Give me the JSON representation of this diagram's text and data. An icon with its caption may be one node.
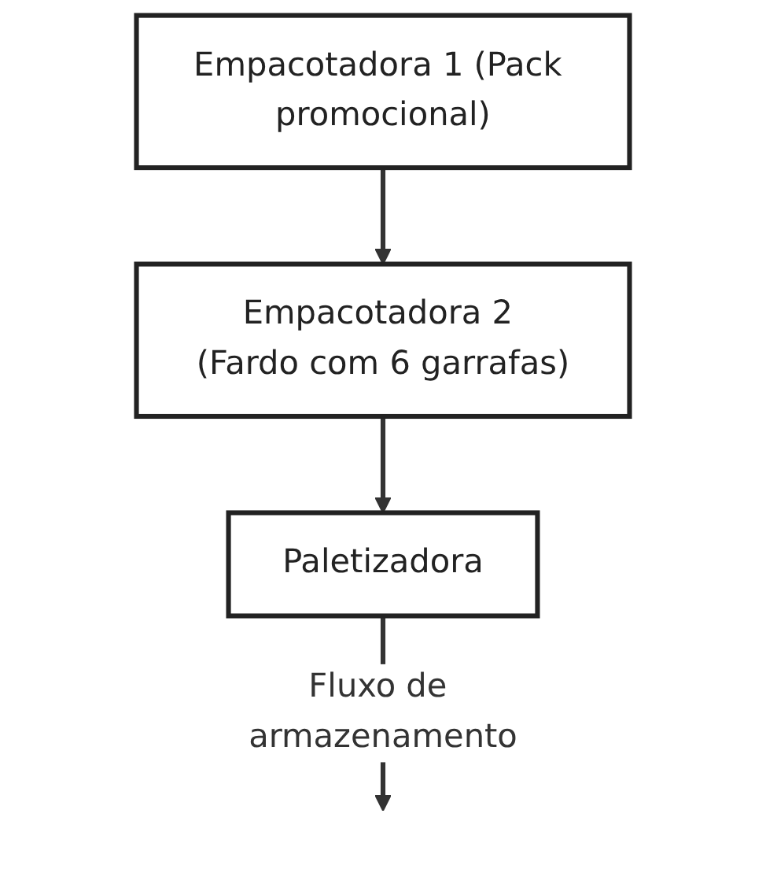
{
  "diagram": {
    "nodes": [
      {
        "text": [
          "Empacotadora 1 (Pack promocional)"
        ]
      },
      {
        "text": [
          "Empacotadora 2 (Fardo com 6 garrafas)"
        ]
      },
      {
        "text": [
          "Paletizadora"
        ]
      }
    ],
    "edges": [
      {
        "from": 0,
        "to": 1,
        "arrow": "to"
      },
      {
        "from": 1,
        "to": 2,
        "arrow": "to"
      },
      {
        "from": 2,
        "to": null,
        "arrow": "to",
        "label": "Fluxo de armazenamento"
      }
    ]
  }
}
